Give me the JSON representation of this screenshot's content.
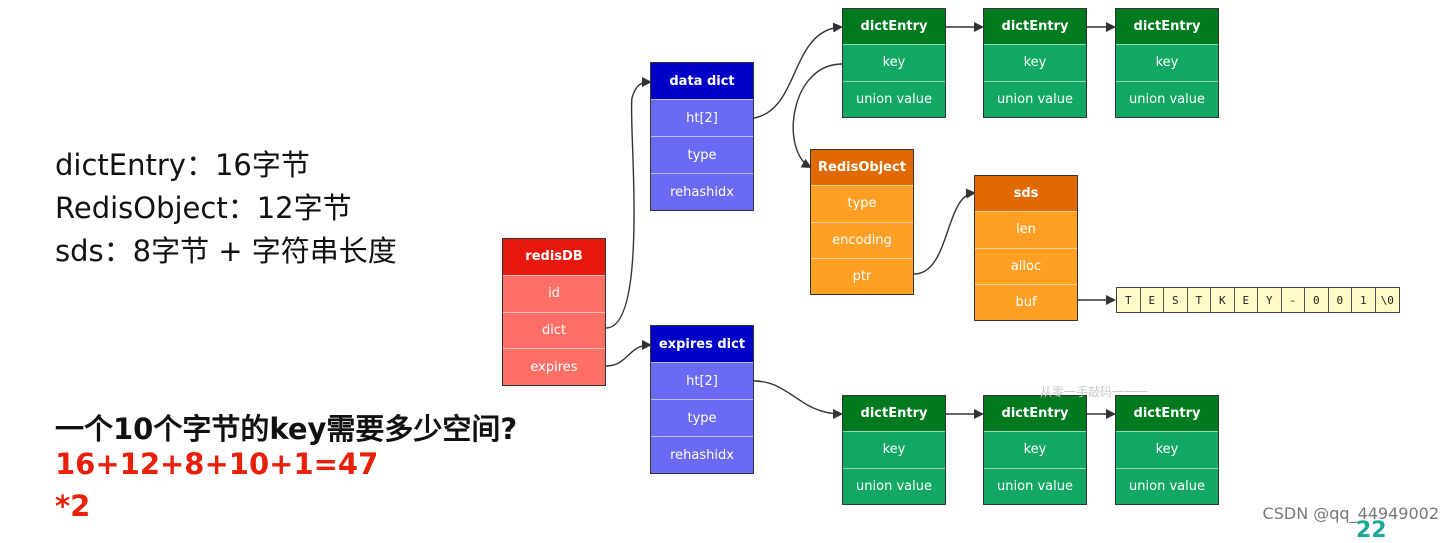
{
  "sizes": {
    "line1": "dictEntry：16字节",
    "line2": "RedisObject：12字节",
    "line3": "sds：8字节 + 字符串长度"
  },
  "question": {
    "text": "一个10个字节的key需要多少空间?",
    "formula": "16+12+8+10+1=47",
    "multiplier": "*2"
  },
  "redisdb": {
    "title": "redisDB",
    "fields": [
      "id",
      "dict",
      "expires"
    ]
  },
  "data_dict": {
    "title": "data dict",
    "fields": [
      "ht[2]",
      "type",
      "rehashidx"
    ]
  },
  "expires_dict": {
    "title": "expires dict",
    "fields": [
      "ht[2]",
      "type",
      "rehashidx"
    ]
  },
  "dict_entry": {
    "title": "dictEntry",
    "fields": [
      "key",
      "union value"
    ]
  },
  "redis_object": {
    "title": "RedisObject",
    "fields": [
      "type",
      "encoding",
      "ptr"
    ]
  },
  "sds": {
    "title": "sds",
    "fields": [
      "len",
      "alloc",
      "buf"
    ]
  },
  "buf_chars": [
    "T",
    "E",
    "S",
    "T",
    "K",
    "E",
    "Y",
    "-",
    "0",
    "0",
    "1",
    "\\0"
  ],
  "watermark": "CSDN @qq_44949002",
  "faint_watermark": "从零一手敲码一一一",
  "page_number": "22"
}
